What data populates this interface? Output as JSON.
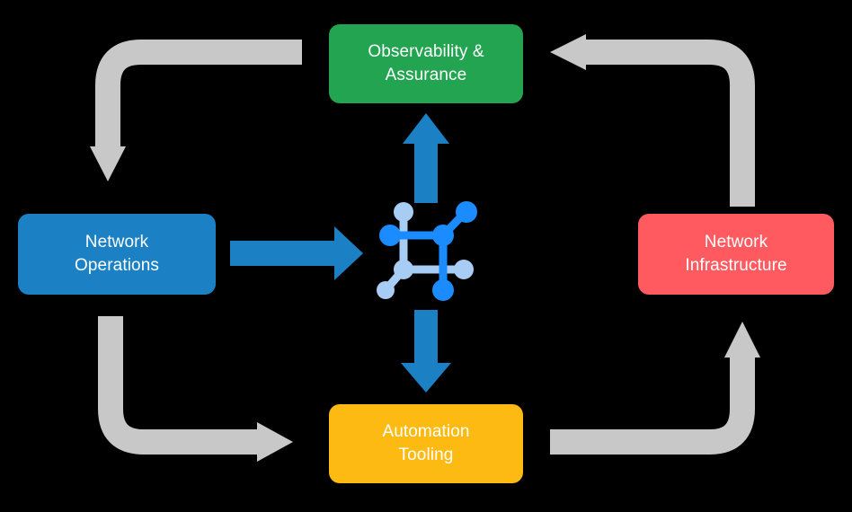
{
  "diagram": {
    "title": "Network operations lifecycle cycle diagram",
    "background_color": "#000000",
    "center_icon": {
      "name": "network-topology-icon",
      "primary_color": "#1a8cff",
      "secondary_color": "#a8cdf5"
    },
    "nodes": [
      {
        "id": "observability",
        "label": "Observability &\nAssurance",
        "color": "#22a450",
        "text_color": "#ffffff",
        "position": "top"
      },
      {
        "id": "network-operations",
        "label": "Network\nOperations",
        "color": "#1b80c4",
        "text_color": "#ffffff",
        "position": "left"
      },
      {
        "id": "network-infrastructure",
        "label": "Network\nInfrastructure",
        "color": "#ff5a5f",
        "text_color": "#ffffff",
        "position": "right"
      },
      {
        "id": "automation-tooling",
        "label": "Automation\nTooling",
        "color": "#fdba12",
        "text_color": "#ffffff",
        "position": "bottom"
      }
    ],
    "connectors": {
      "inner_color": "#1b80c4",
      "outer_color": "#c8c8c8",
      "inner": [
        {
          "id": "center-to-observability",
          "direction": "up"
        },
        {
          "id": "network-ops-to-center",
          "direction": "right"
        },
        {
          "id": "center-to-automation",
          "direction": "down"
        }
      ],
      "outer": [
        {
          "id": "observability-to-network-ops",
          "direction": "down-left-elbow"
        },
        {
          "id": "network-infrastructure-to-observability",
          "direction": "up-left-elbow"
        },
        {
          "id": "network-ops-to-automation",
          "direction": "down-right-elbow"
        },
        {
          "id": "automation-to-network-infrastructure",
          "direction": "right-up-elbow"
        }
      ]
    }
  }
}
